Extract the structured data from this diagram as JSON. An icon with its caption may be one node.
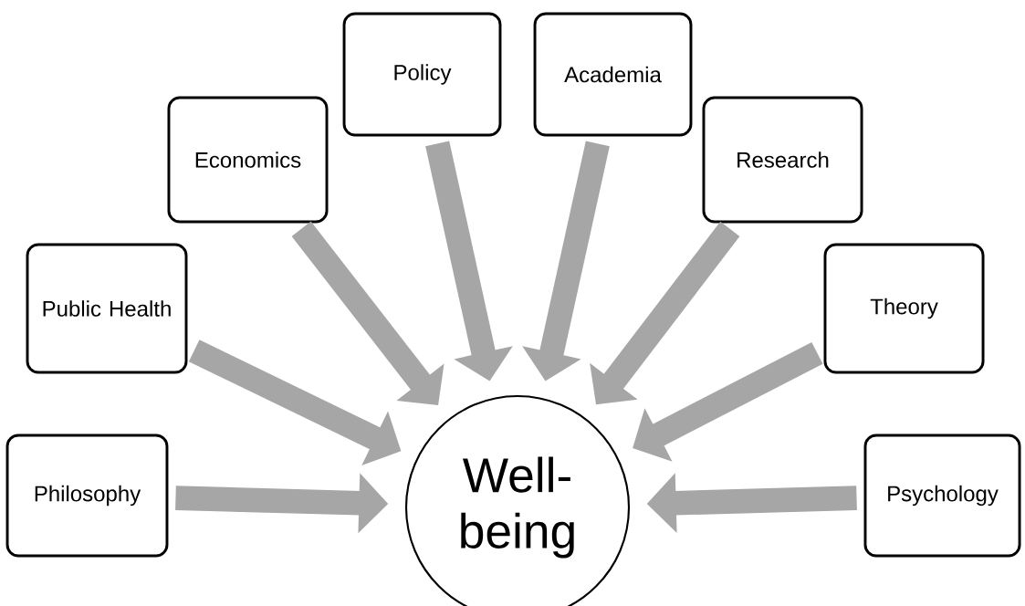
{
  "diagram": {
    "nodes": [
      {
        "text": [
          "Policy"
        ]
      },
      {
        "text": [
          "Academia"
        ]
      },
      {
        "text": [
          "Economics"
        ]
      },
      {
        "text": [
          "Research"
        ]
      },
      {
        "text": [
          "Public Health"
        ]
      },
      {
        "text": [
          "Theory"
        ]
      },
      {
        "text": [
          "Philosophy"
        ]
      },
      {
        "text": [
          "Well-being"
        ]
      },
      {
        "text": [
          "Psychology"
        ]
      }
    ],
    "edges": [
      {
        "from": 6,
        "to": 7,
        "arrow": "to"
      },
      {
        "from": 4,
        "to": 7,
        "arrow": "to"
      },
      {
        "from": 2,
        "to": 7,
        "arrow": "to"
      },
      {
        "from": 0,
        "to": 7,
        "arrow": "to"
      },
      {
        "from": 1,
        "to": 7,
        "arrow": "to"
      },
      {
        "from": 3,
        "to": 7,
        "arrow": "to"
      },
      {
        "from": 5,
        "to": 7,
        "arrow": "to"
      },
      {
        "from": 8,
        "to": 7,
        "arrow": "to"
      }
    ]
  }
}
